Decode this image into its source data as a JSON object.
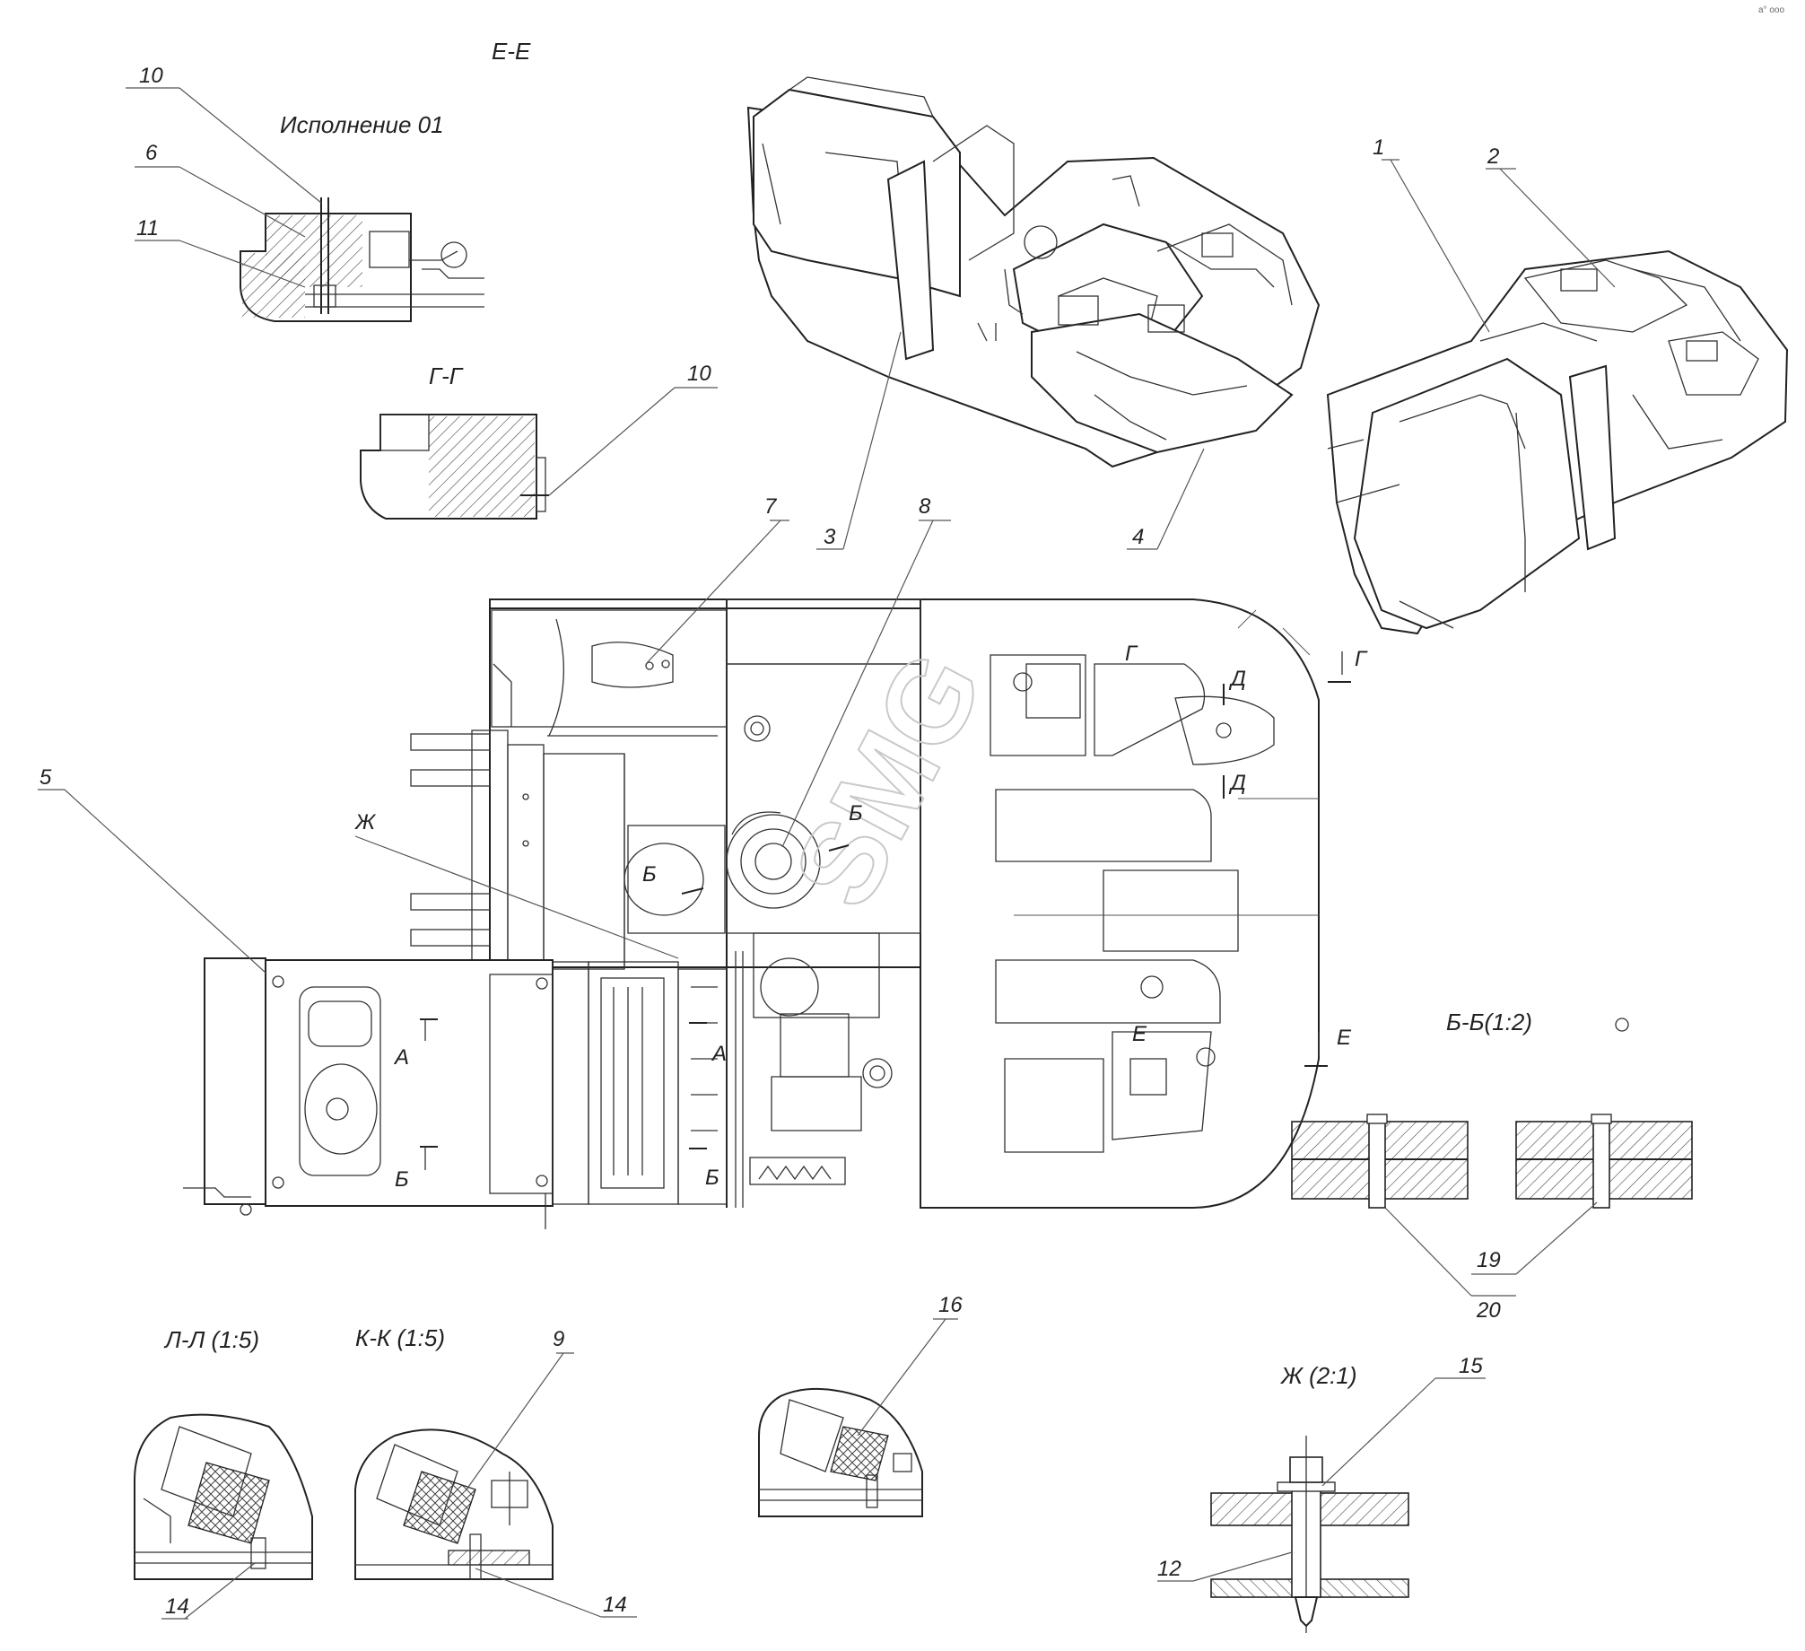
{
  "views": {
    "ee": "Е-Е",
    "variant": "Исполнение 01",
    "gg": "Г-Г",
    "bb": "Б-Б(1:2)",
    "ll": "Л-Л (1:5)",
    "kk": "К-К (1:5)",
    "zh": "Ж (2:1)"
  },
  "callouts": [
    "1",
    "2",
    "3",
    "4",
    "5",
    "6",
    "7",
    "8",
    "9",
    "10",
    "11",
    "12",
    "14",
    "15",
    "16",
    "19",
    "20"
  ],
  "section_marks": {
    "a": "А",
    "b": "Б",
    "g": "Г",
    "d": "Д",
    "e": "Е",
    "zh": "Ж"
  },
  "watermark": "SMG",
  "corner_note": "а° ооо"
}
